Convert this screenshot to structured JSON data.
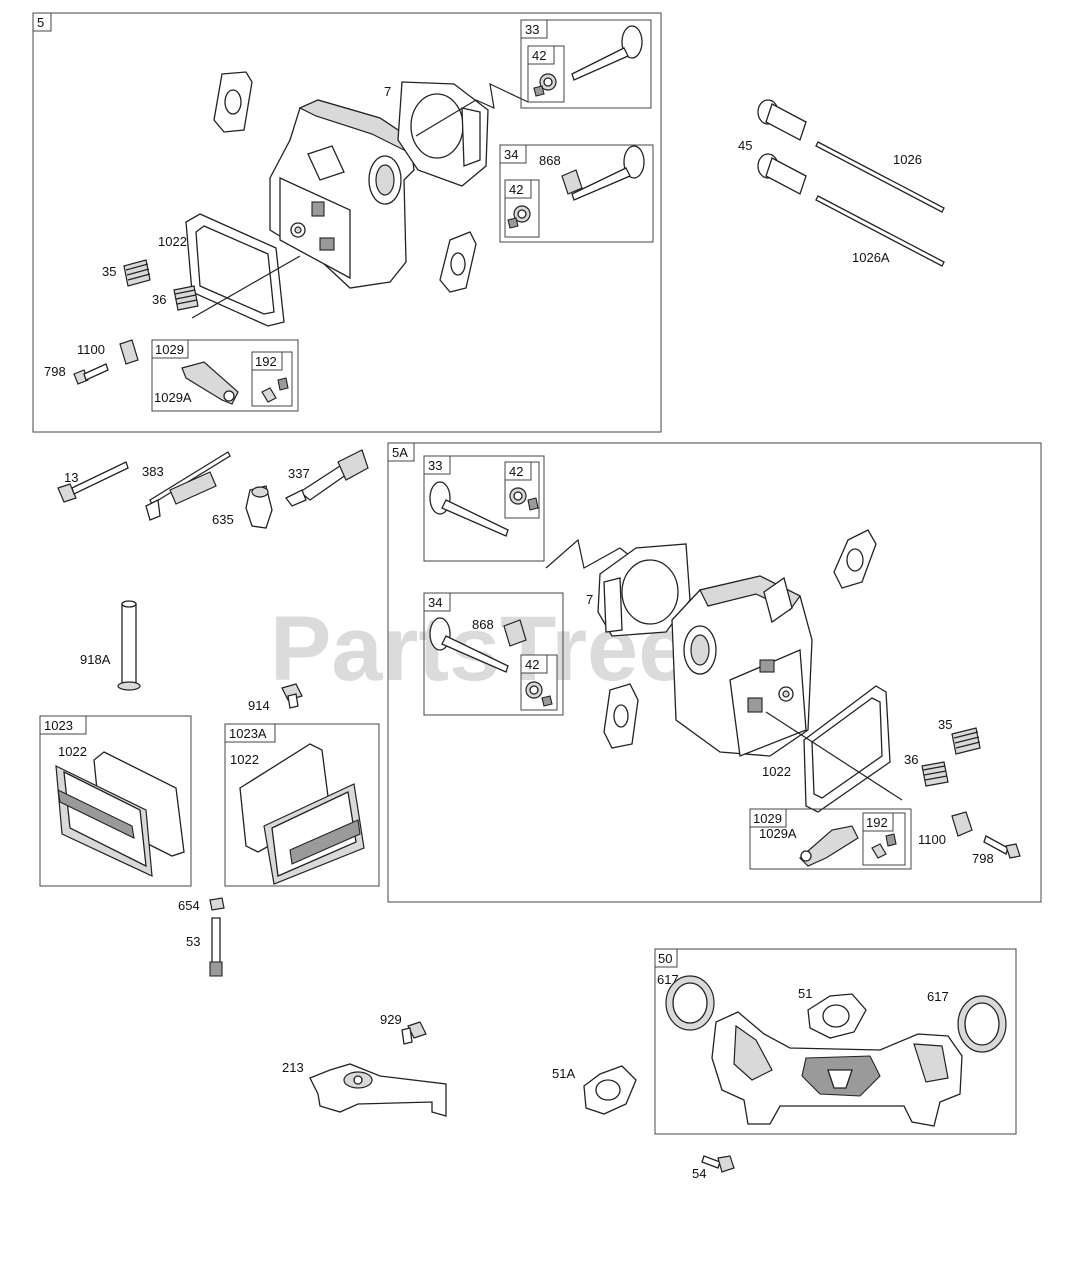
{
  "watermark": "PartsTree",
  "groups": {
    "g5": "5",
    "g5a": "5A",
    "g1023": "1023",
    "g1023a": "1023A",
    "g50": "50",
    "g33_top": "33",
    "g42_top": "42",
    "g34_top": "34",
    "g42_top2": "42",
    "g1029_top": "1029",
    "g192_top": "192",
    "g33_5a": "33",
    "g42_5a": "42",
    "g34_5a": "34",
    "g42_5a2": "42",
    "g1029_5a": "1029",
    "g192_5a": "192"
  },
  "callouts": {
    "c7_top": "7",
    "c868_top": "868",
    "c1022_top": "1022",
    "c35_top": "35",
    "c36_top": "36",
    "c1100_top": "1100",
    "c798_top": "798",
    "c1029a_top": "1029A",
    "c45": "45",
    "c1026": "1026",
    "c1026a": "1026A",
    "c13": "13",
    "c383": "383",
    "c337": "337",
    "c635": "635",
    "c918a": "918A",
    "c914": "914",
    "c1022_1023": "1022",
    "c1022_1023a": "1022",
    "c654": "654",
    "c53": "53",
    "c7_5a": "7",
    "c868_5a": "868",
    "c1022_5a": "1022",
    "c35_5a": "35",
    "c36_5a": "36",
    "c1029a_5a": "1029A",
    "c1100_5a": "1100",
    "c798_5a": "798",
    "c929": "929",
    "c213": "213",
    "c51a": "51A",
    "c617_l": "617",
    "c51": "51",
    "c617_r": "617",
    "c54": "54"
  }
}
